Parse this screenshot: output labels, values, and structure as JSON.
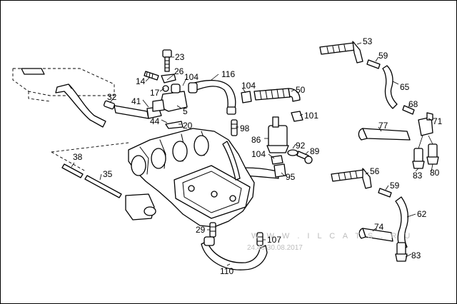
{
  "watermark": {
    "site": "W W W . I L C A T S . R U",
    "date": "24.46 30.08.2017"
  },
  "callouts": {
    "p23": "23",
    "p26": "26",
    "p14": "14",
    "p116": "116",
    "p17": "17",
    "p104a": "104",
    "p32": "32",
    "p41": "41",
    "p5": "5",
    "p44": "44",
    "p20": "20",
    "p104b": "104",
    "p50": "50",
    "p101": "101",
    "p98": "98",
    "p86": "86",
    "p92": "92",
    "p89": "89",
    "p104c": "104",
    "p95": "95",
    "p38": "38",
    "p35": "35",
    "p53": "53",
    "p59a": "59",
    "p65": "65",
    "p68": "68",
    "p71": "71",
    "p77": "77",
    "p83a": "83",
    "p80": "80",
    "p56": "56",
    "p59b": "59",
    "p62": "62",
    "p74": "74",
    "p83b": "83",
    "p29": "29",
    "p107": "107",
    "p110": "110"
  }
}
